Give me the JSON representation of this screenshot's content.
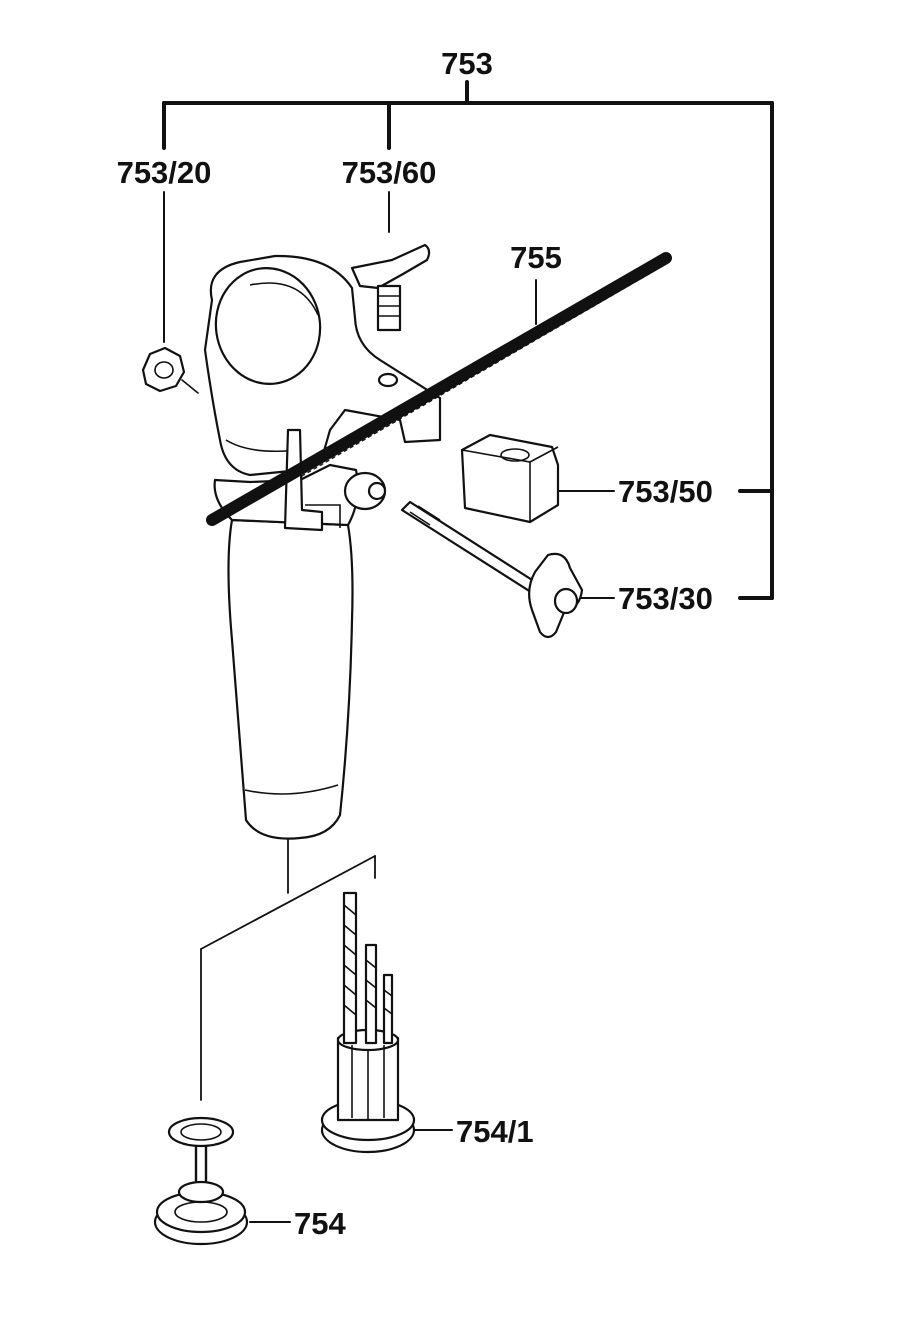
{
  "labels": {
    "assembly": "753",
    "nut": "753/20",
    "wing_screw": "753/60",
    "depth_rod": "755",
    "clamp_block": "753/50",
    "clamp_screw": "753/30",
    "drill_bit_case": "754/1",
    "bit_case_cap": "754"
  }
}
